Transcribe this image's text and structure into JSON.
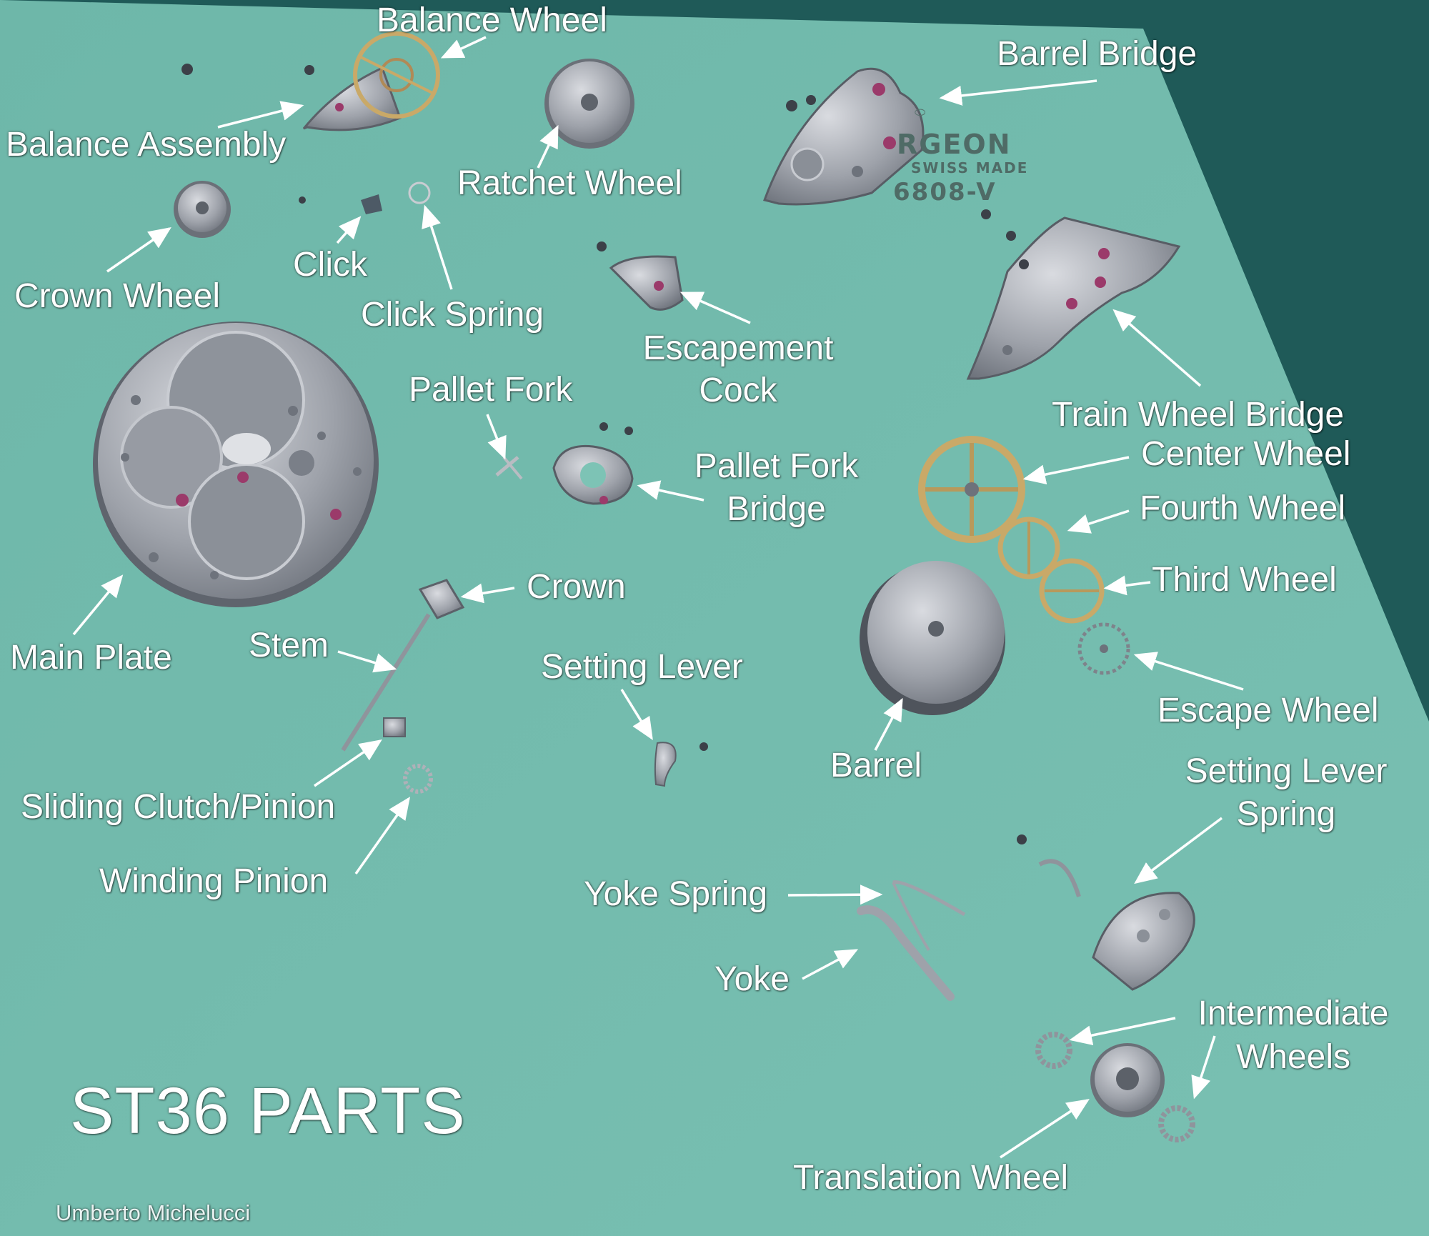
{
  "title": "ST36 PARTS",
  "credit": "Umberto Michelucci",
  "plate_print": {
    "brand": "RGEON",
    "subtitle": "SWISS MADE",
    "model": "6808-V"
  },
  "colors": {
    "board": "#74bcae",
    "text": "#ffffff",
    "metal": "#a9acb3",
    "brass": "#c9a968",
    "jewel": "#9b3a6a"
  },
  "labels": {
    "balance_wheel": "Balance Wheel",
    "balance_assembly": "Balance Assembly",
    "ratchet_wheel": "Ratchet Wheel",
    "barrel_bridge": "Barrel Bridge",
    "crown_wheel": "Crown Wheel",
    "click": "Click",
    "click_spring": "Click Spring",
    "escapement_cock_1": "Escapement",
    "escapement_cock_2": "Cock",
    "pallet_fork": "Pallet Fork",
    "pallet_fork_bridge_1": "Pallet Fork",
    "pallet_fork_bridge_2": "Bridge",
    "train_wheel_bridge": "Train Wheel Bridge",
    "center_wheel": "Center Wheel",
    "fourth_wheel": "Fourth Wheel",
    "third_wheel": "Third Wheel",
    "escape_wheel": "Escape Wheel",
    "main_plate": "Main Plate",
    "crown": "Crown",
    "stem": "Stem",
    "setting_lever": "Setting Lever",
    "barrel": "Barrel",
    "setting_lever_spring_1": "Setting Lever",
    "setting_lever_spring_2": "Spring",
    "sliding_clutch": "Sliding Clutch/Pinion",
    "winding_pinion": "Winding Pinion",
    "yoke_spring": "Yoke Spring",
    "yoke": "Yoke",
    "intermediate_wheels_1": "Intermediate",
    "intermediate_wheels_2": "Wheels",
    "translation_wheel": "Translation Wheel"
  }
}
